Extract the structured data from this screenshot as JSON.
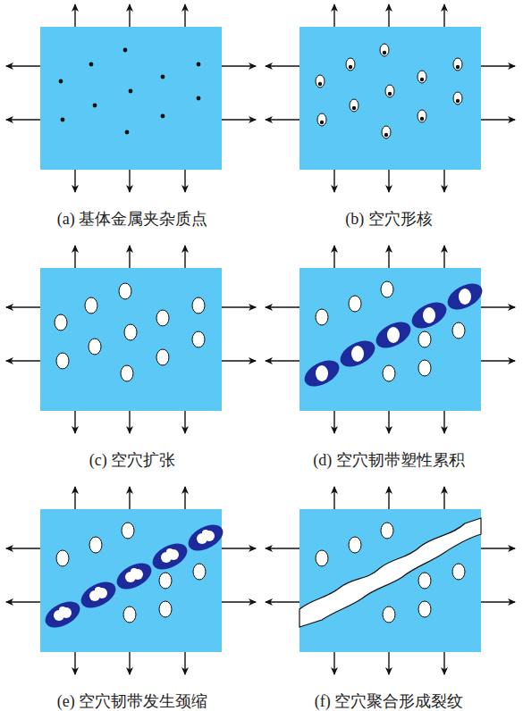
{
  "diagram": {
    "labels": [
      "(a) 基体金属夹杂质点",
      "(b) 空穴形核",
      "(c) 空穴扩张",
      "(d) 空穴韧带塑性累积",
      "(e) 空穴韧带发生颈缩",
      "(f) 空穴聚合形成裂纹"
    ]
  }
}
